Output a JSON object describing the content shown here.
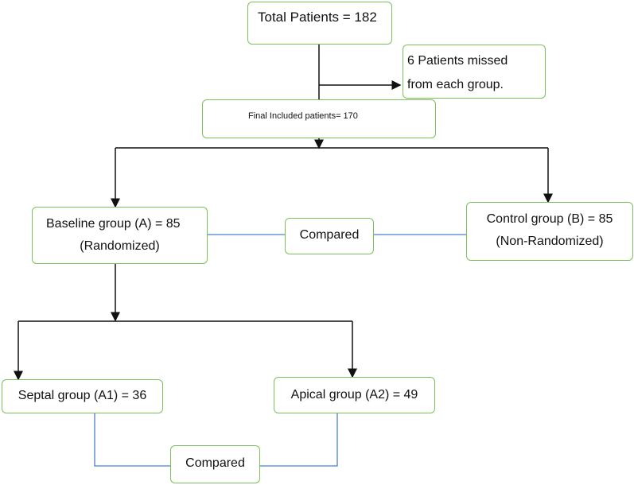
{
  "nodes": {
    "total": "Total Patients = 182",
    "missed_line1": "6 Patients missed",
    "missed_line2": "from each group.",
    "final": "Final Included patients= 170",
    "baseline_line1": "Baseline group (A) = 85",
    "baseline_line2": "(Randomized)",
    "compared_top": "Compared",
    "control_line1": "Control group (B) = 85",
    "control_line2": "(Non-Randomized)",
    "septal": "Septal group (A1) = 36",
    "apical": "Apical group (A2) = 49",
    "compared_bottom": "Compared"
  },
  "colors": {
    "box_border": "#7cc05a",
    "arrow": "#111111",
    "compare_line": "#4a7fd0"
  }
}
